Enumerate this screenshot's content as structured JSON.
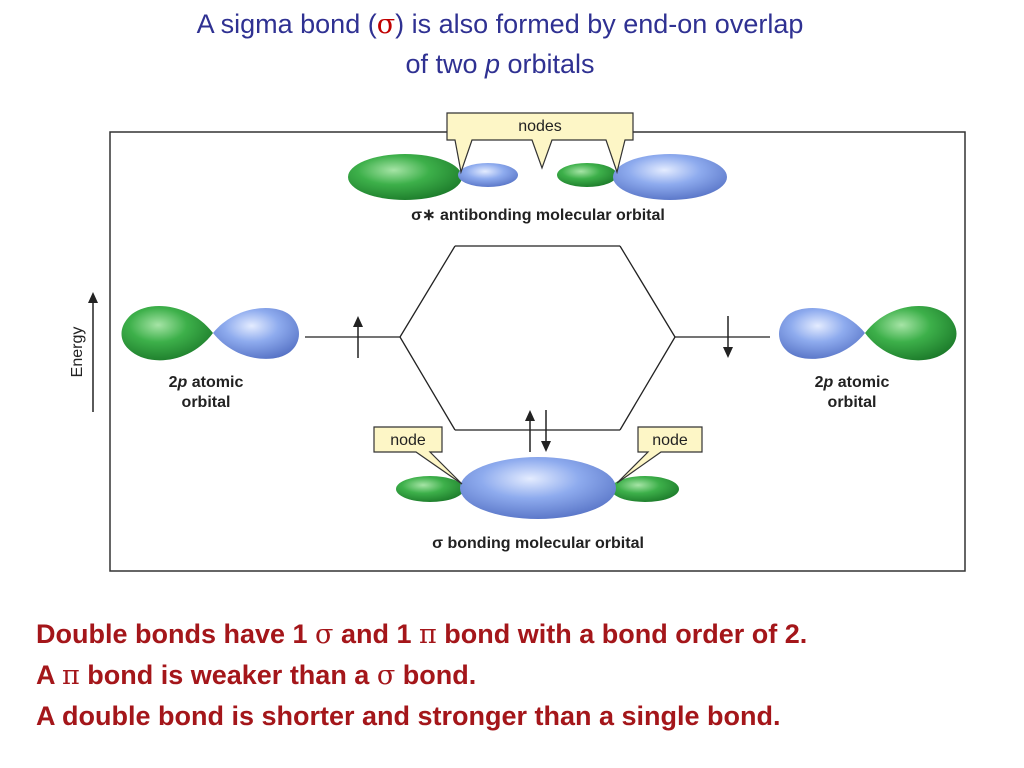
{
  "title": {
    "line1_a": "A sigma bond (",
    "line1_sigma": "σ",
    "line1_b": ") is also formed by end-on overlap",
    "line2_a": "of two ",
    "line2_p": "p",
    "line2_b": " orbitals"
  },
  "diagram": {
    "axis_label": "Energy",
    "antibonding_label": "σ∗ antibonding molecular orbital",
    "bonding_label": "σ bonding molecular orbital",
    "nodes_callout": "nodes",
    "node_left": "node",
    "node_right": "node",
    "left_atomic_line1_a": "2",
    "left_atomic_line1_p": "p",
    "left_atomic_line1_b": " atomic",
    "left_atomic_line2": "orbital",
    "right_atomic_line1_a": "2",
    "right_atomic_line1_p": "p",
    "right_atomic_line1_b": " atomic",
    "right_atomic_line2": "orbital",
    "colors": {
      "green_lobe": "#2e9e3f",
      "blue_lobe": "#7f9fe6",
      "callout_fill": "#fdf6c6"
    }
  },
  "notes": {
    "line1_a": "Double bonds have 1 ",
    "line1_sigma": "σ",
    "line1_b": " and 1 ",
    "line1_pi": "π",
    "line1_c": " bond with a bond order of 2.",
    "line2_a": "A ",
    "line2_pi": "π",
    "line2_b": " bond is weaker than a ",
    "line2_sigma": "σ",
    "line2_c": " bond.",
    "line3": "A double bond is shorter and stronger than a single bond."
  }
}
